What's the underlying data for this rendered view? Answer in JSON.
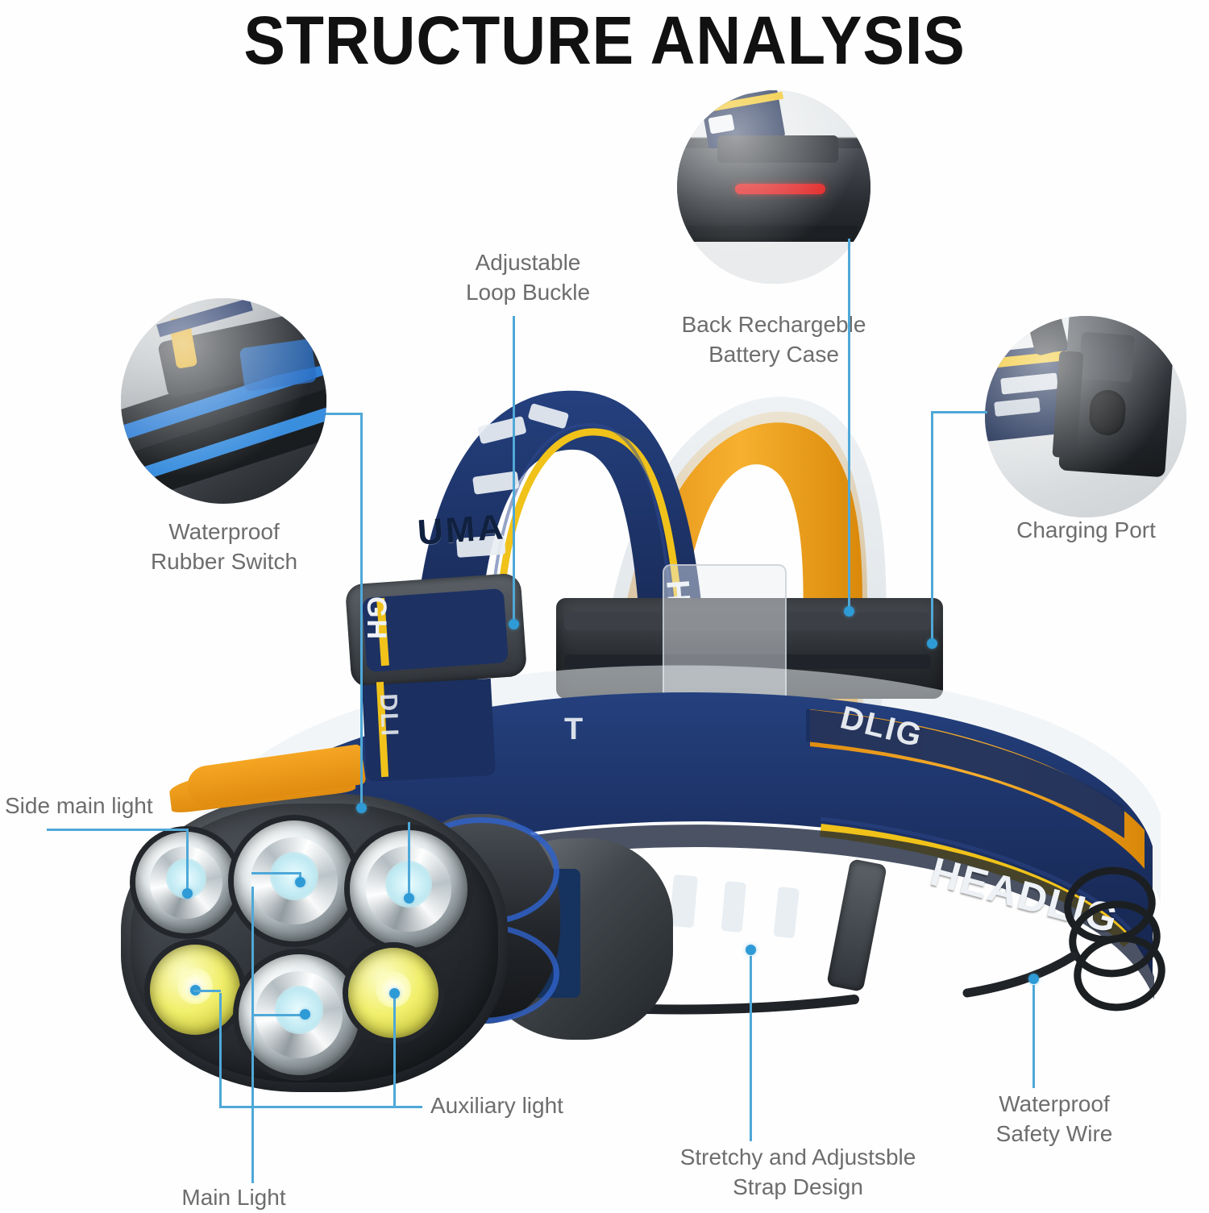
{
  "page": {
    "title": "STRUCTURE ANALYSIS",
    "background_color": "#ffffff",
    "title_color": "#111111",
    "label_color": "#6d6d6d",
    "leader_line_color": "#4fa8d8",
    "leader_dot_color": "#2e9ad6"
  },
  "product": {
    "name": "LED Headlamp",
    "strap_text_primary": "HEADLIG",
    "strap_text_secondary": "UMA",
    "strap_text_tertiary": "HE",
    "strap_text_quaternary": "DLIG",
    "strap_text_quinary": "T",
    "strap_color": "#1d3163",
    "strap_stripe_color": "#f0c21a",
    "strap_inner_color": "#f5a623",
    "accent_ring_color": "#2f62c9",
    "battery_indicator_color": "#e02020",
    "led_count": 6,
    "led_types": [
      "clear",
      "clear",
      "clear",
      "cob-yellow",
      "clear",
      "cob-yellow"
    ]
  },
  "callouts": [
    {
      "id": "waterproof-rubber-switch",
      "label": "Waterproof\nRubber Switch",
      "has_inset": true,
      "inset_caption_align": "center"
    },
    {
      "id": "adjustable-loop-buckle",
      "label": "Adjustable\nLoop Buckle",
      "has_inset": false,
      "inset_caption_align": "center"
    },
    {
      "id": "back-rechargeble-battery-case",
      "label": "Back Rechargeble\nBattery Case",
      "has_inset": true,
      "inset_caption_align": "center"
    },
    {
      "id": "charging-port",
      "label": "Charging Port",
      "has_inset": true,
      "inset_caption_align": "center"
    },
    {
      "id": "side-main-light",
      "label": "Side main light",
      "has_inset": false,
      "inset_caption_align": "left"
    },
    {
      "id": "main-light",
      "label": "Main Light",
      "has_inset": false,
      "inset_caption_align": "center"
    },
    {
      "id": "auxiliary-light",
      "label": "Auxiliary light",
      "has_inset": false,
      "inset_caption_align": "left"
    },
    {
      "id": "stretchy-adjustsble-strap-design",
      "label": "Stretchy and Adjustsble\nStrap Design",
      "has_inset": false,
      "inset_caption_align": "center"
    },
    {
      "id": "waterproof-safety-wire",
      "label": "Waterproof\nSafety Wire",
      "has_inset": false,
      "inset_caption_align": "center"
    }
  ]
}
